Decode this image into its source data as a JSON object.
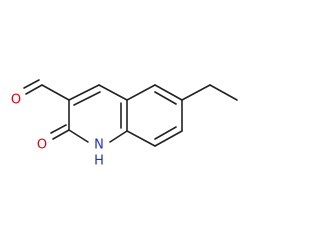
{
  "structure": {
    "atoms": {
      "aldehyde_oxygen": "O",
      "ketone_oxygen": "O",
      "ring_nitrogen": "N",
      "ring_nitrogen_h": "H"
    },
    "colors": {
      "oxygen": "#e8000b",
      "nitrogen": "#1d2fd1",
      "bond": "#222222",
      "background": "#ffffff"
    }
  }
}
